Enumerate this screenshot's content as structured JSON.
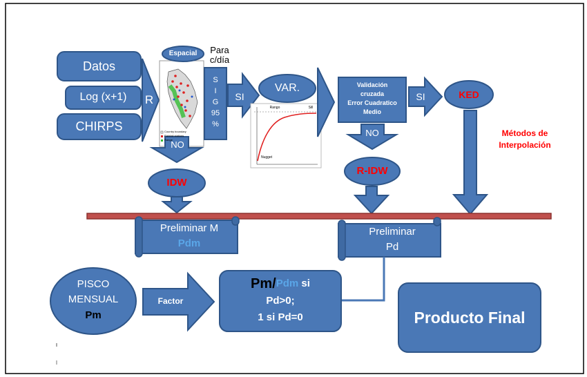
{
  "inputs": {
    "datos": "Datos",
    "log": "Log (x+1)",
    "chirps": "CHIRPS",
    "r": "R"
  },
  "map": {
    "label": "Espacial",
    "legend_1": "Country boundary",
    "legend_2": "Rainfall stations",
    "legend_3": "Range"
  },
  "para_cdia": {
    "line1": "Para",
    "line2": "c/día"
  },
  "sig": {
    "line1": "S",
    "line2": "I",
    "line3": "G",
    "line4": "95",
    "line5": "%"
  },
  "branch1": {
    "si": "SI",
    "no": "NO",
    "var": "VAR.",
    "idw": "IDW"
  },
  "variogram": {
    "range_label": "Rango",
    "sill_label": "Sill",
    "nugget_label": "Nugget"
  },
  "validation": {
    "line1": "Validación",
    "line2": "cruzada",
    "line3": "Error Cuadratico",
    "line4": "Medio"
  },
  "branch2": {
    "si": "SI",
    "no": "NO",
    "ked": "KED",
    "ridw": "R-IDW"
  },
  "metodos": {
    "line1": "Métodos de",
    "line2": "Interpolación"
  },
  "preliminar_m": {
    "line1": "Preliminar M",
    "line2": "Pdm"
  },
  "preliminar_d": {
    "line1": "Preliminar",
    "line2": "Pd"
  },
  "pisco": {
    "line1": "PISCO",
    "line2": "MENSUAL",
    "line3": "Pm"
  },
  "factor": "Factor",
  "formula": {
    "pm": "Pm",
    "slash": "/",
    "pdm": "Pdm",
    "si": " si",
    "line2": "Pd>0;",
    "line3": "1 si Pd=0"
  },
  "producto_final": "Producto Final",
  "colors": {
    "box_fill": "#4a78b6",
    "box_stroke": "#2e5588",
    "rod": "#c0504d",
    "red_text": "#ff0000",
    "pdm_text": "#5aa6e8"
  }
}
